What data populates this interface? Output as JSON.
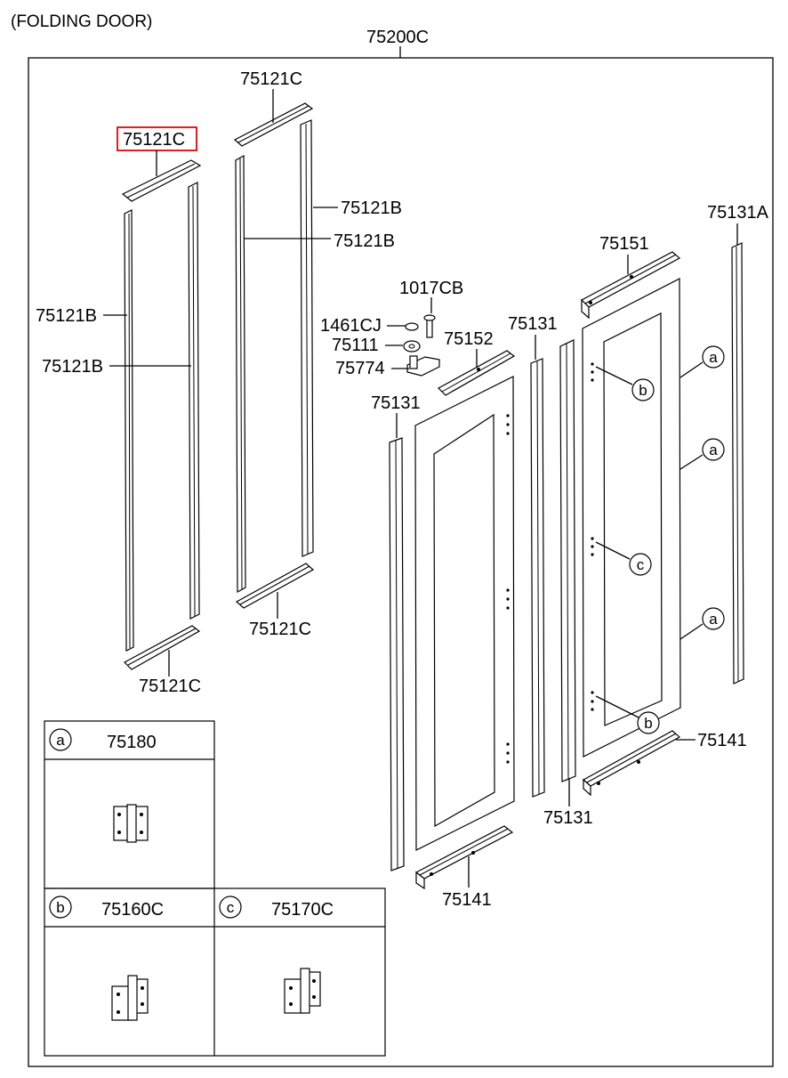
{
  "title": "(FOLDING DOOR)",
  "assembly_code": "75200C",
  "highlighted_part": "75121C",
  "labels": {
    "frame_top_right": "75121C",
    "frame_top_left": "75121C",
    "frame_side_right_outer": "75121B",
    "frame_side_right_inner": "75121B",
    "frame_side_left_outer": "75121B",
    "frame_side_left_inner": "75121B",
    "frame_bottom_right": "75121C",
    "frame_bottom_left": "75121C",
    "bolt": "1017CB",
    "nut": "1461CJ",
    "washer": "75111",
    "pivot": "75774",
    "top_bracket_left": "75152",
    "top_bracket_right": "75151",
    "post_center": "75131",
    "post_left": "75131",
    "post_right_bottom": "75131",
    "post_far_right": "75131A",
    "bottom_rail_right": "75141",
    "bottom_rail_left": "75141"
  },
  "callouts": {
    "a1": "a",
    "a2": "a",
    "a3": "a",
    "b1": "b",
    "b2": "b",
    "c1": "c"
  },
  "legend": {
    "a": {
      "letter": "a",
      "part": "75180"
    },
    "b": {
      "letter": "b",
      "part": "75160C"
    },
    "c": {
      "letter": "c",
      "part": "75170C"
    }
  },
  "colors": {
    "highlight": "#e02020",
    "line": "#000000",
    "background": "#ffffff"
  }
}
